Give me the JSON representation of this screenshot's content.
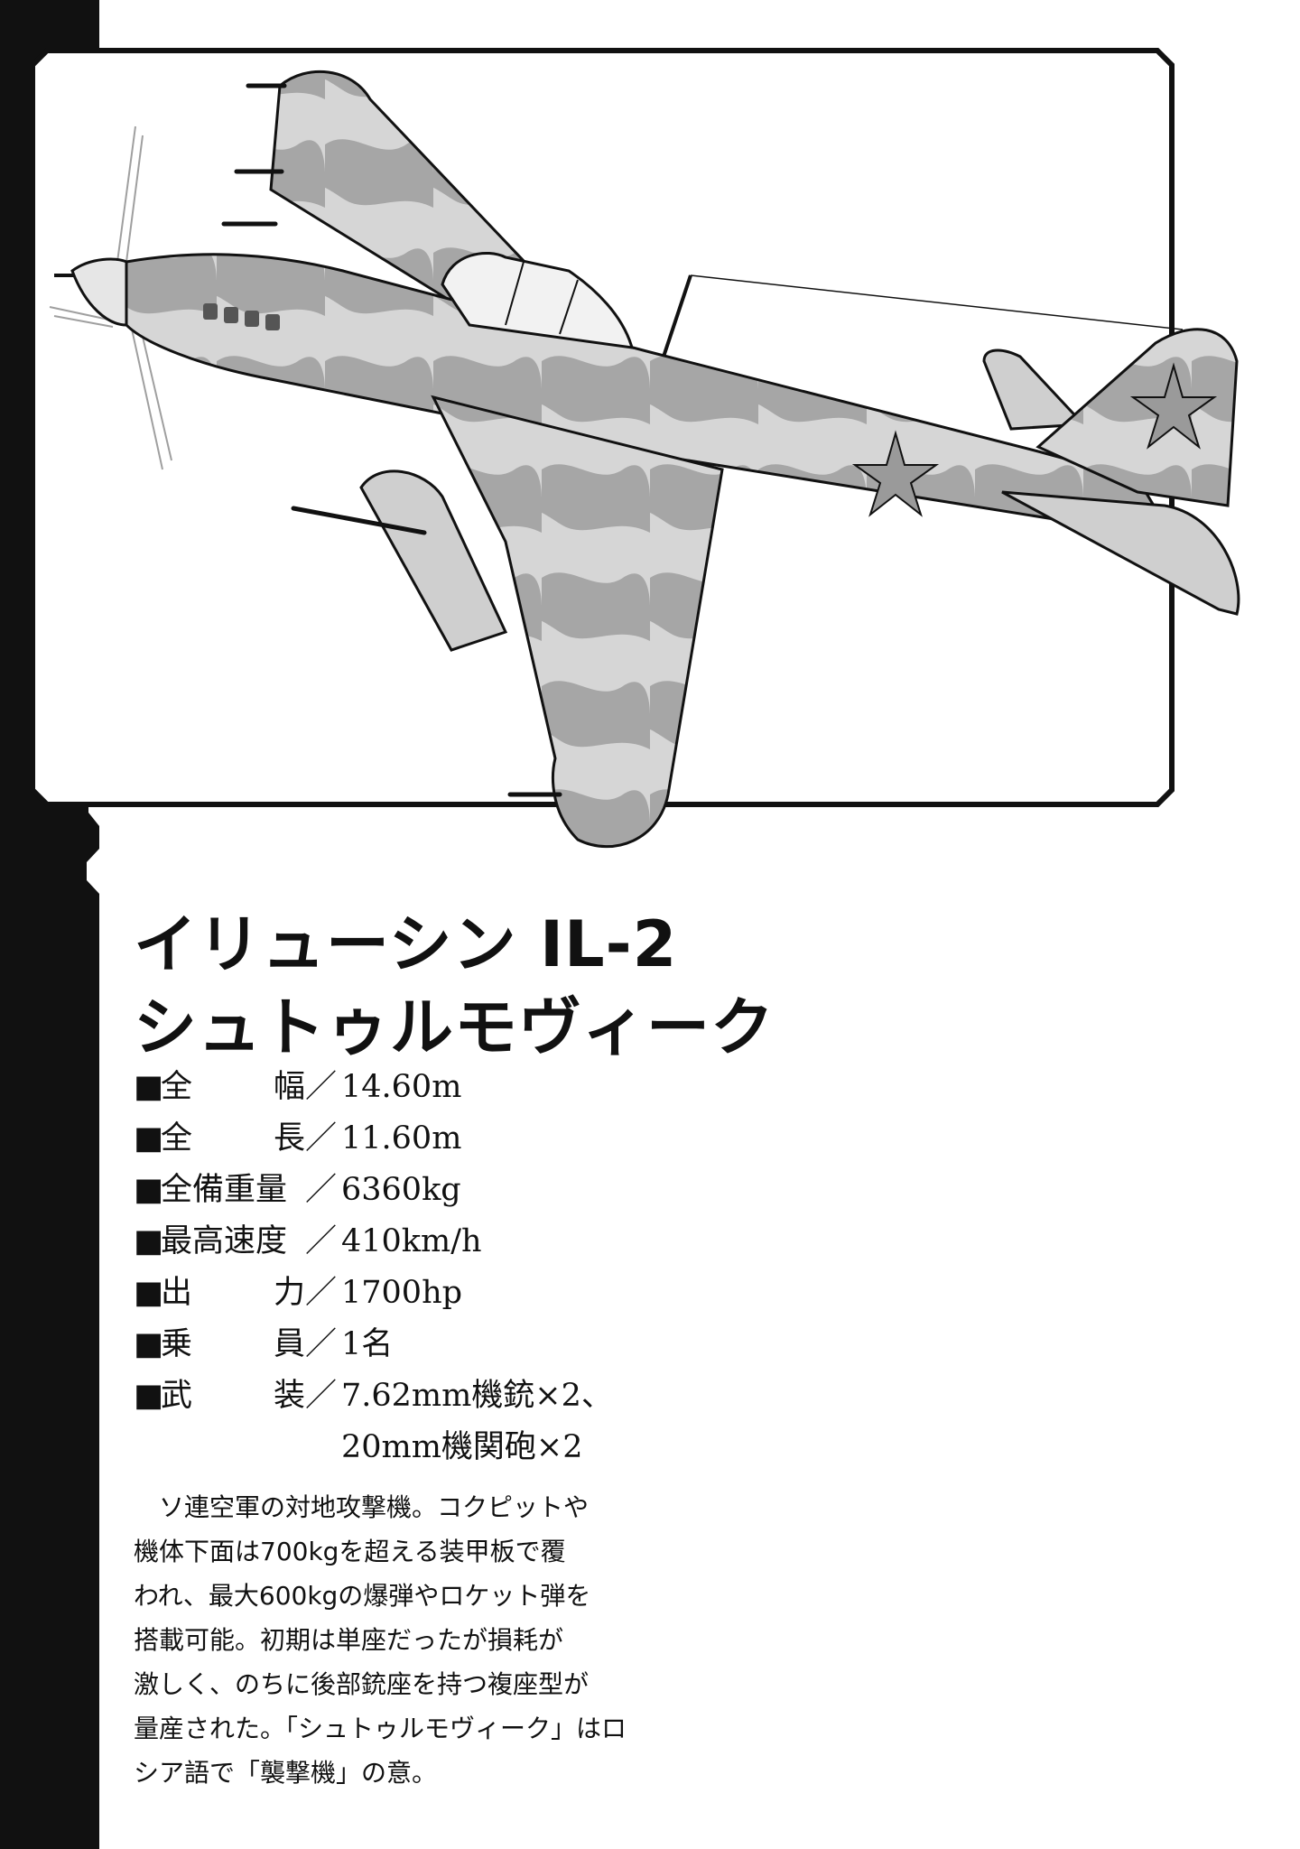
{
  "title": {
    "line1": "イリューシン IL-2",
    "line2": "シュトゥルモヴィーク"
  },
  "specs": [
    {
      "bullet": "■",
      "label": [
        "全",
        "幅"
      ],
      "sep": "／",
      "value": [
        "14.60m"
      ]
    },
    {
      "bullet": "■",
      "label": [
        "全",
        "長"
      ],
      "sep": "／",
      "value": [
        "11.60m"
      ]
    },
    {
      "bullet": "■",
      "label": [
        "全備重量"
      ],
      "sep": "／",
      "value": [
        "6360kg"
      ]
    },
    {
      "bullet": "■",
      "label": [
        "最高速度"
      ],
      "sep": "／",
      "value": [
        "410km/h"
      ]
    },
    {
      "bullet": "■",
      "label": [
        "出",
        "力"
      ],
      "sep": "／",
      "value": [
        "1700hp"
      ]
    },
    {
      "bullet": "■",
      "label": [
        "乗",
        "員"
      ],
      "sep": "／",
      "value": [
        "1名"
      ]
    },
    {
      "bullet": "■",
      "label": [
        "武",
        "装"
      ],
      "sep": "／",
      "value": [
        "7.62mm機銃×2、",
        "20mm機関砲×2"
      ]
    }
  ],
  "description": [
    "ソ連空軍の対地攻撃機。コクピットや",
    "機体下面は700kgを超える装甲板で覆",
    "われ、最大600kgの爆弾やロケット弾を",
    "搭載可能。初期は単座だったが損耗が",
    "激しく、のちに後部銃座を持つ複座型が",
    "量産された。「シュトゥルモヴィーク」はロ",
    "シア語で「襲撃機」の意。"
  ],
  "colors": {
    "ink": "#111111",
    "camo_light": "#d6d6d6",
    "camo_dark": "#9e9e9e"
  },
  "illustration": "il-2-aircraft-illustration"
}
